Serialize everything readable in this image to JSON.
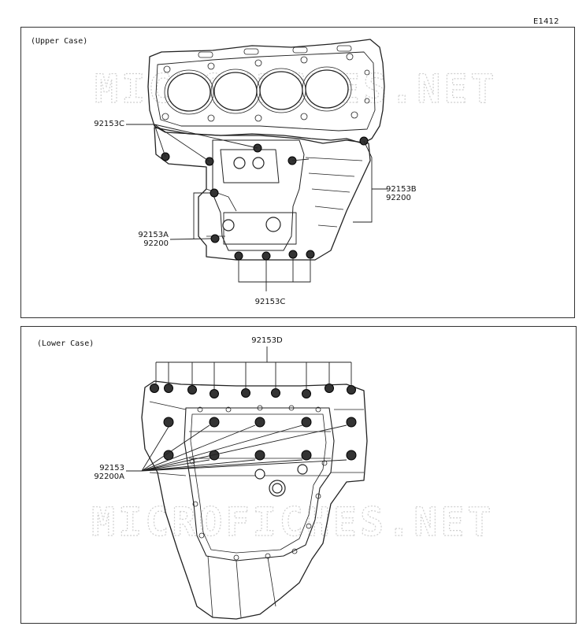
{
  "diagram_code": "E1412",
  "watermark": "MICROFICHES.NET",
  "upper": {
    "title": "(Upper Case)",
    "labels": {
      "c_top": "92153C",
      "b_line1": "92153B",
      "b_line2": "92200",
      "a_line1": "92153A",
      "a_line2": "92200",
      "c_bottom": "92153C"
    }
  },
  "lower": {
    "title": "(Lower Case)",
    "labels": {
      "d": "92153D",
      "bolt_line1": "92153",
      "bolt_line2": "92200A"
    }
  }
}
